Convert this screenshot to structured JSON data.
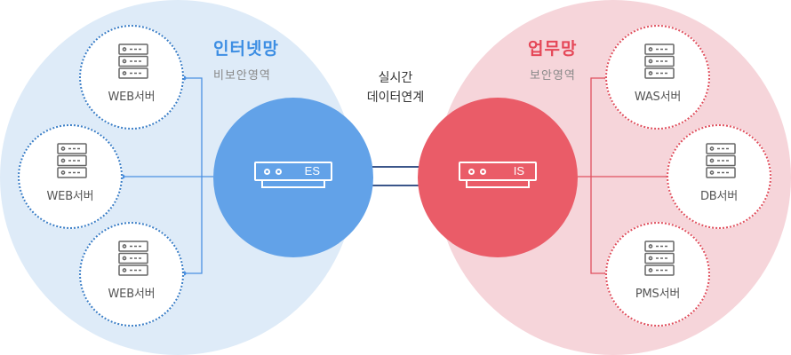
{
  "internet_zone": {
    "title": "인터넷망",
    "subtitle": "비보안영역",
    "servers": [
      {
        "label": "WEB서버"
      },
      {
        "label": "WEB서버"
      },
      {
        "label": "WEB서버"
      }
    ],
    "gateway": {
      "label": "ES"
    },
    "color": "#3d8ee3"
  },
  "business_zone": {
    "title": "업무망",
    "subtitle": "보안영역",
    "servers": [
      {
        "label": "WAS서버"
      },
      {
        "label": "DB서버"
      },
      {
        "label": "PMS서버"
      }
    ],
    "gateway": {
      "label": "IS"
    },
    "color": "#e54858"
  },
  "sync": {
    "line1": "실시간",
    "line2": "데이터연계"
  },
  "icons": {
    "server": "server-rack-icon",
    "gateway": "gateway-appliance-icon",
    "arrows": "bidirectional-arrow-icon"
  }
}
